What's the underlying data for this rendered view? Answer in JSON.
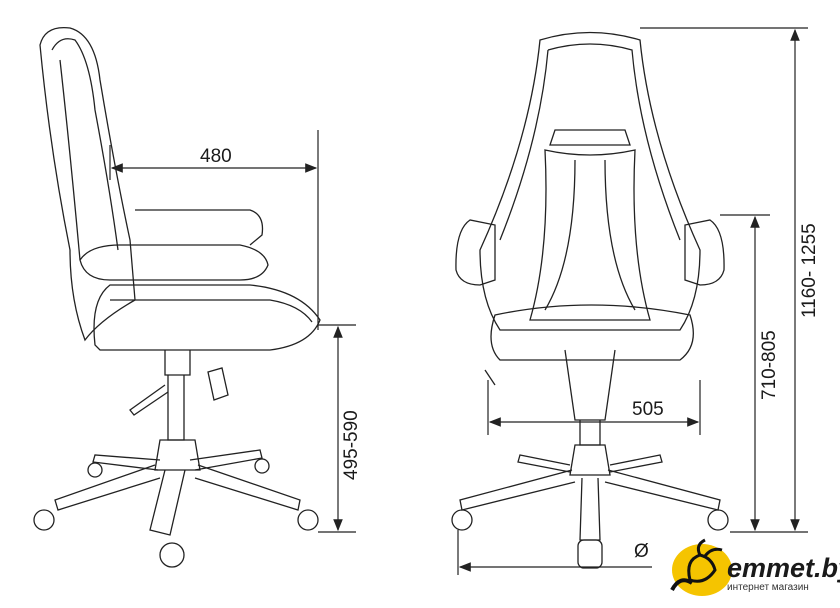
{
  "dimensions": {
    "depth": "480",
    "seat_height": "495-590",
    "width": "505",
    "armrest_height": "710-805",
    "total_height": "1160- 1255",
    "base_diameter": "Ø"
  },
  "logo": {
    "name": "emmet.by",
    "tagline": "интернет магазин",
    "accent": "#f5c400"
  }
}
